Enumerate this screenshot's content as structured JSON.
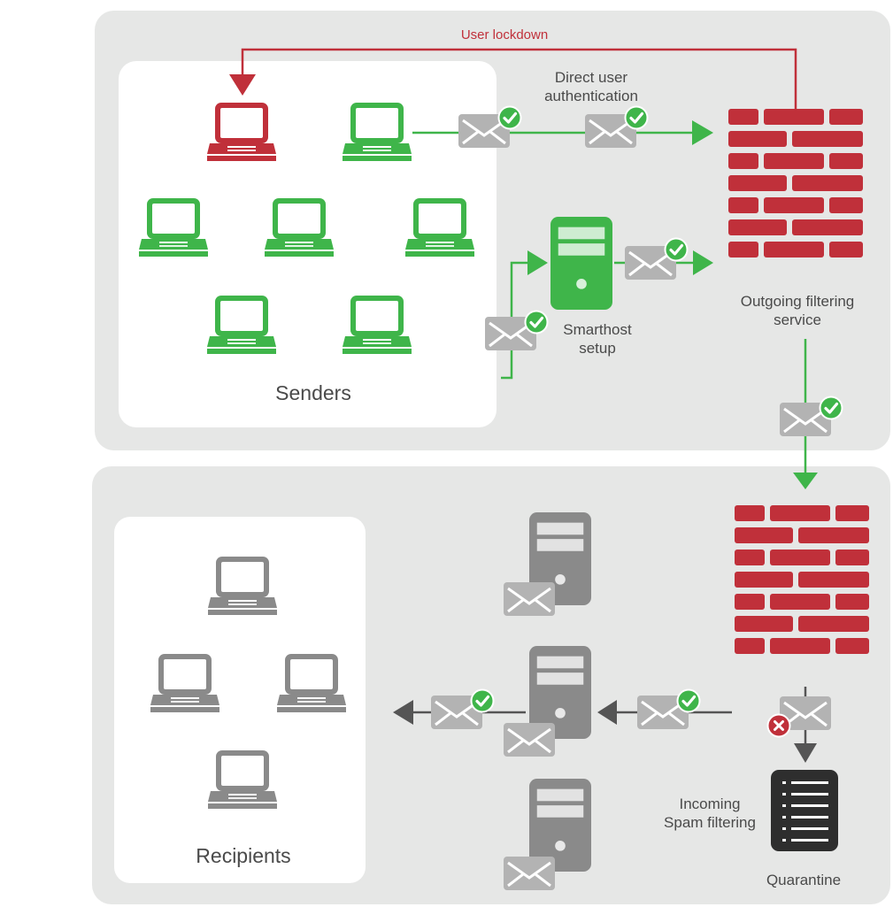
{
  "labels": {
    "user_lockdown": "User lockdown",
    "direct_auth": "Direct user\nauthentication",
    "smarthost": "Smarthost\nsetup",
    "outgoing": "Outgoing filtering\nservice",
    "senders": "Senders",
    "recipients": "Recipients",
    "incoming": "Incoming\nSpam filtering",
    "quarantine": "Quarantine"
  },
  "colors": {
    "panel": "#e6e7e6",
    "inner_panel": "#ffffff",
    "green": "#3fb54a",
    "red": "#c0303a",
    "gray": "#8a8a8a",
    "envelope": "#b3b3b3",
    "dark": "#2e2e2e",
    "arrow_gray": "#555555"
  },
  "icons": {
    "sender_laptops": [
      "laptop-icon-red",
      "laptop-icon-green"
    ],
    "recipient_laptops": "laptop-icon-gray",
    "firewall": "firewall-icon",
    "server": "server-icon",
    "envelope": "envelope-icon",
    "check": "check-badge-icon",
    "cross": "cross-badge-icon",
    "quarantine": "quarantine-icon"
  }
}
